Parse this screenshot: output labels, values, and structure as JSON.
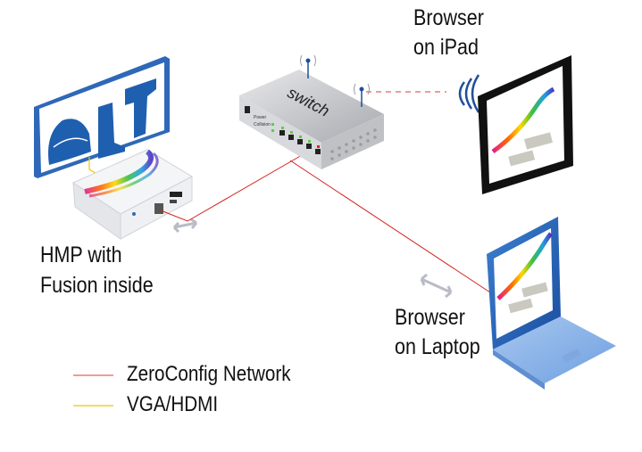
{
  "labels": {
    "ipad_line1": "Browser",
    "ipad_line2": "on iPad",
    "hmp_line1": "HMP with",
    "hmp_line2": "Fusion inside",
    "laptop_line1": "Browser",
    "laptop_line2": "on Laptop",
    "switch_text": "switch",
    "switch_power": "Power",
    "switch_collision": "Collision"
  },
  "legend": [
    {
      "label": "ZeroConfig Network",
      "color": "#e06060"
    },
    {
      "label": "VGA/HDMI",
      "color": "#f2c400"
    }
  ],
  "colors": {
    "network": "#d42020",
    "wireless": "#1f4f99",
    "screen_blue": "#1f5fb0",
    "arrow_gray": "#b8bcc4"
  }
}
